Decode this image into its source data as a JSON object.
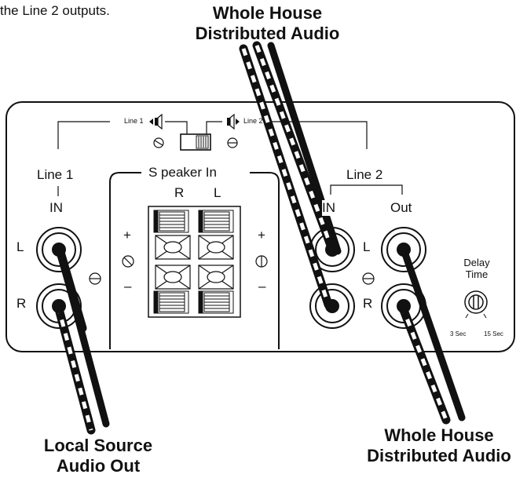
{
  "captions": {
    "intro_text": "the Line 2 outputs.",
    "top_title_line1": "Whole House",
    "top_title_line2": "Distributed Audio",
    "bottom_left_line1": "Local Source",
    "bottom_left_line2": "Audio Out",
    "bottom_right_line1": "Whole House",
    "bottom_right_line2": "Distributed Audio"
  },
  "switch": {
    "line1_label": "Line 1",
    "line2_label": "Line 2"
  },
  "line1": {
    "title": "Line 1",
    "in_label": "IN",
    "left_label": "L",
    "right_label": "R"
  },
  "speaker": {
    "title": "S peaker In",
    "right_label": "R",
    "left_label": "L",
    "plus": "+",
    "minus": "–"
  },
  "line2": {
    "title": "Line 2",
    "in_label": "IN",
    "out_label": "Out",
    "left_label": "L",
    "right_label": "R"
  },
  "delay": {
    "title_line1": "Delay",
    "title_line2": "Time",
    "min_label": "3 Sec",
    "max_label": "15 Sec"
  },
  "colors": {
    "ink": "#111111",
    "background": "#ffffff"
  }
}
